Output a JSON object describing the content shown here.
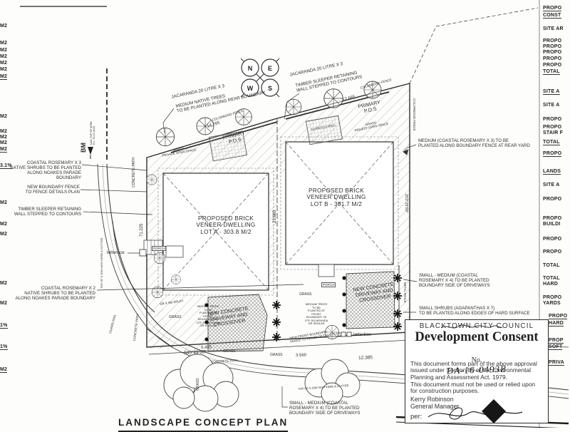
{
  "plan_title": "LANDSCAPE CONCEPT PLAN",
  "compass": {
    "n": "N",
    "e": "E",
    "w": "W",
    "s": "S"
  },
  "benchmark": {
    "label": "BM",
    "detail": "NAIL TOP OF KERB\nR.L. 63.13 (A43)"
  },
  "dwellings": {
    "lot_a": "PROPOSED BRICK\nVENEER DWELLING\nLOT A - 303.8 M/2",
    "lot_b": "PROPOSED BRICK\nVENEER DWELLING\nLOT B - 301.7 M/2"
  },
  "annotations": {
    "left": [
      "COASTAL ROSEMARY X 3\nNATIVE SHRUBS TO BE PLANTED\nALONG NOAKES PARADE BOUNDARY",
      "NEW BOUNDARY FENCE\nTO FENCE DETAILS PLAN",
      "TIMBER SLEEPER RETAINING\nWALL STEPPED TO CONTOURS",
      "COASTAL ROSEMARY X 2\nNATIVE SHRUBS TO BE PLANTED\nALONG NOAKES PARADE BOUNDARY"
    ],
    "top": [
      "JACARANDA 20 LITRE X 3",
      "MEDIUM NATIVE TREES\nTO BE PLANTED ALONG REAR BOUNDARY",
      "JACARANDA 20 LITRE X 3",
      "TIMBER SLEEPER RETAINING\nWALL STEPPED TO CONTOURS"
    ],
    "right": [
      "MEDIUM (COASTAL ROSEMARY X 3)  TO BE\nPLANTED ALONG BOUNDARY FENCE AT REAR YARD",
      "SMALL - MEDIUM (COASTAL\nROSEMARY X 4)  TO BE PLANTED\nBOUNDARY SIDE OF DRIVEWAYS",
      "SMALL SHRUBS (AGAPANTHAS X 7)\nTO BE PLANTED ALONG EDGES OF HARD SURFACE"
    ],
    "bottom": [
      "SMALL - MEDIUM (COASTAL\nROSEMARY X 4)  TO BE PLANTED\nBOUNDARY SIDE OF DRIVEWAYS"
    ]
  },
  "site_labels": {
    "concrete_path": "CONCRETE PATH",
    "colorbond_fence": "COLORBOND FENCE",
    "primary_pos": "PRIMARY\nP.O.S",
    "grass_open_space": "GRASS\nPRIVATE OPEN SPACE",
    "alfresco": "ALFRESCO AREA",
    "grass": "GRASS",
    "porch": "PORCH",
    "letterbox": "letterbox",
    "driveway": "NEW CONCRETE\nDRIVEWAY AND\nCROSSOVER",
    "medium_trees_front": "MEDIUM TREES\nTO BE\nPLANTED AT\nFRONT\nBOUNDARY 25\nLTR JACARANDA\nOR SIMILAR",
    "new_front_fence": "NEW FRONT BOUNDARY\nFENCE TO FENCE DETAILS PLAN",
    "splay": "5M X 5M SPLAY",
    "metal_fence": "METAL FENCE",
    "guard_rail": "GUARD RAIL",
    "kerb_gutter": "TOP OF 0.15M HIGH KERB & GUTTER"
  },
  "dimensions": {
    "rear_left": "14.765",
    "rear_right": "12.665",
    "side_mid": "23.665",
    "side_left": "71.225",
    "front_splay": "6.425",
    "bearing_front": "345°29'30\"",
    "bearing_right": "253°29'50\"",
    "front_a": "3.560",
    "front_b": "12.385"
  },
  "stamp": {
    "council": "BLACKTOWN CITY COUNCIL",
    "title": "Development Consent",
    "no_label": "No.",
    "no_value": "DA-16-0493B",
    "para1": "This document forms part of the above approval\nissued under Section 80 of the Environmental\nPlanning and  Assessment Act. 1979.",
    "para2": "This document must not be used or relied upon\nfor construction purposes.",
    "signatory": "Kerry Robinson",
    "signatory_title": "General Manager",
    "per_label": "per:"
  },
  "margins": {
    "left": [
      "M2",
      "M2",
      "M2",
      "M2",
      "M2",
      "M2",
      "M2",
      "M2",
      "M2",
      "M2",
      "M2",
      "M2",
      "3.1%",
      "M2",
      "M2",
      "M2",
      "M2",
      "M2",
      "1%",
      "1%",
      "M2"
    ],
    "right": [
      "PROPO",
      "CONST",
      "SITE AR",
      "PROPO",
      "PROPO",
      "PROPO",
      "PROPO",
      "PROPO",
      "TOTAL",
      "SITE A",
      "SITE A",
      "PROPO",
      "PROPO",
      "STAIR F",
      "TOTAL",
      "PROPO",
      "LANDS",
      "SITE A",
      "PROPO",
      "PROPO",
      "BUILDI",
      "PROPO",
      "PROPO",
      "TOTAL",
      "TOTAL",
      "HARD",
      "PROPO",
      "YARDS",
      "PROPO",
      "HARD",
      "PROP",
      "SOFT",
      "PRIVA"
    ]
  }
}
